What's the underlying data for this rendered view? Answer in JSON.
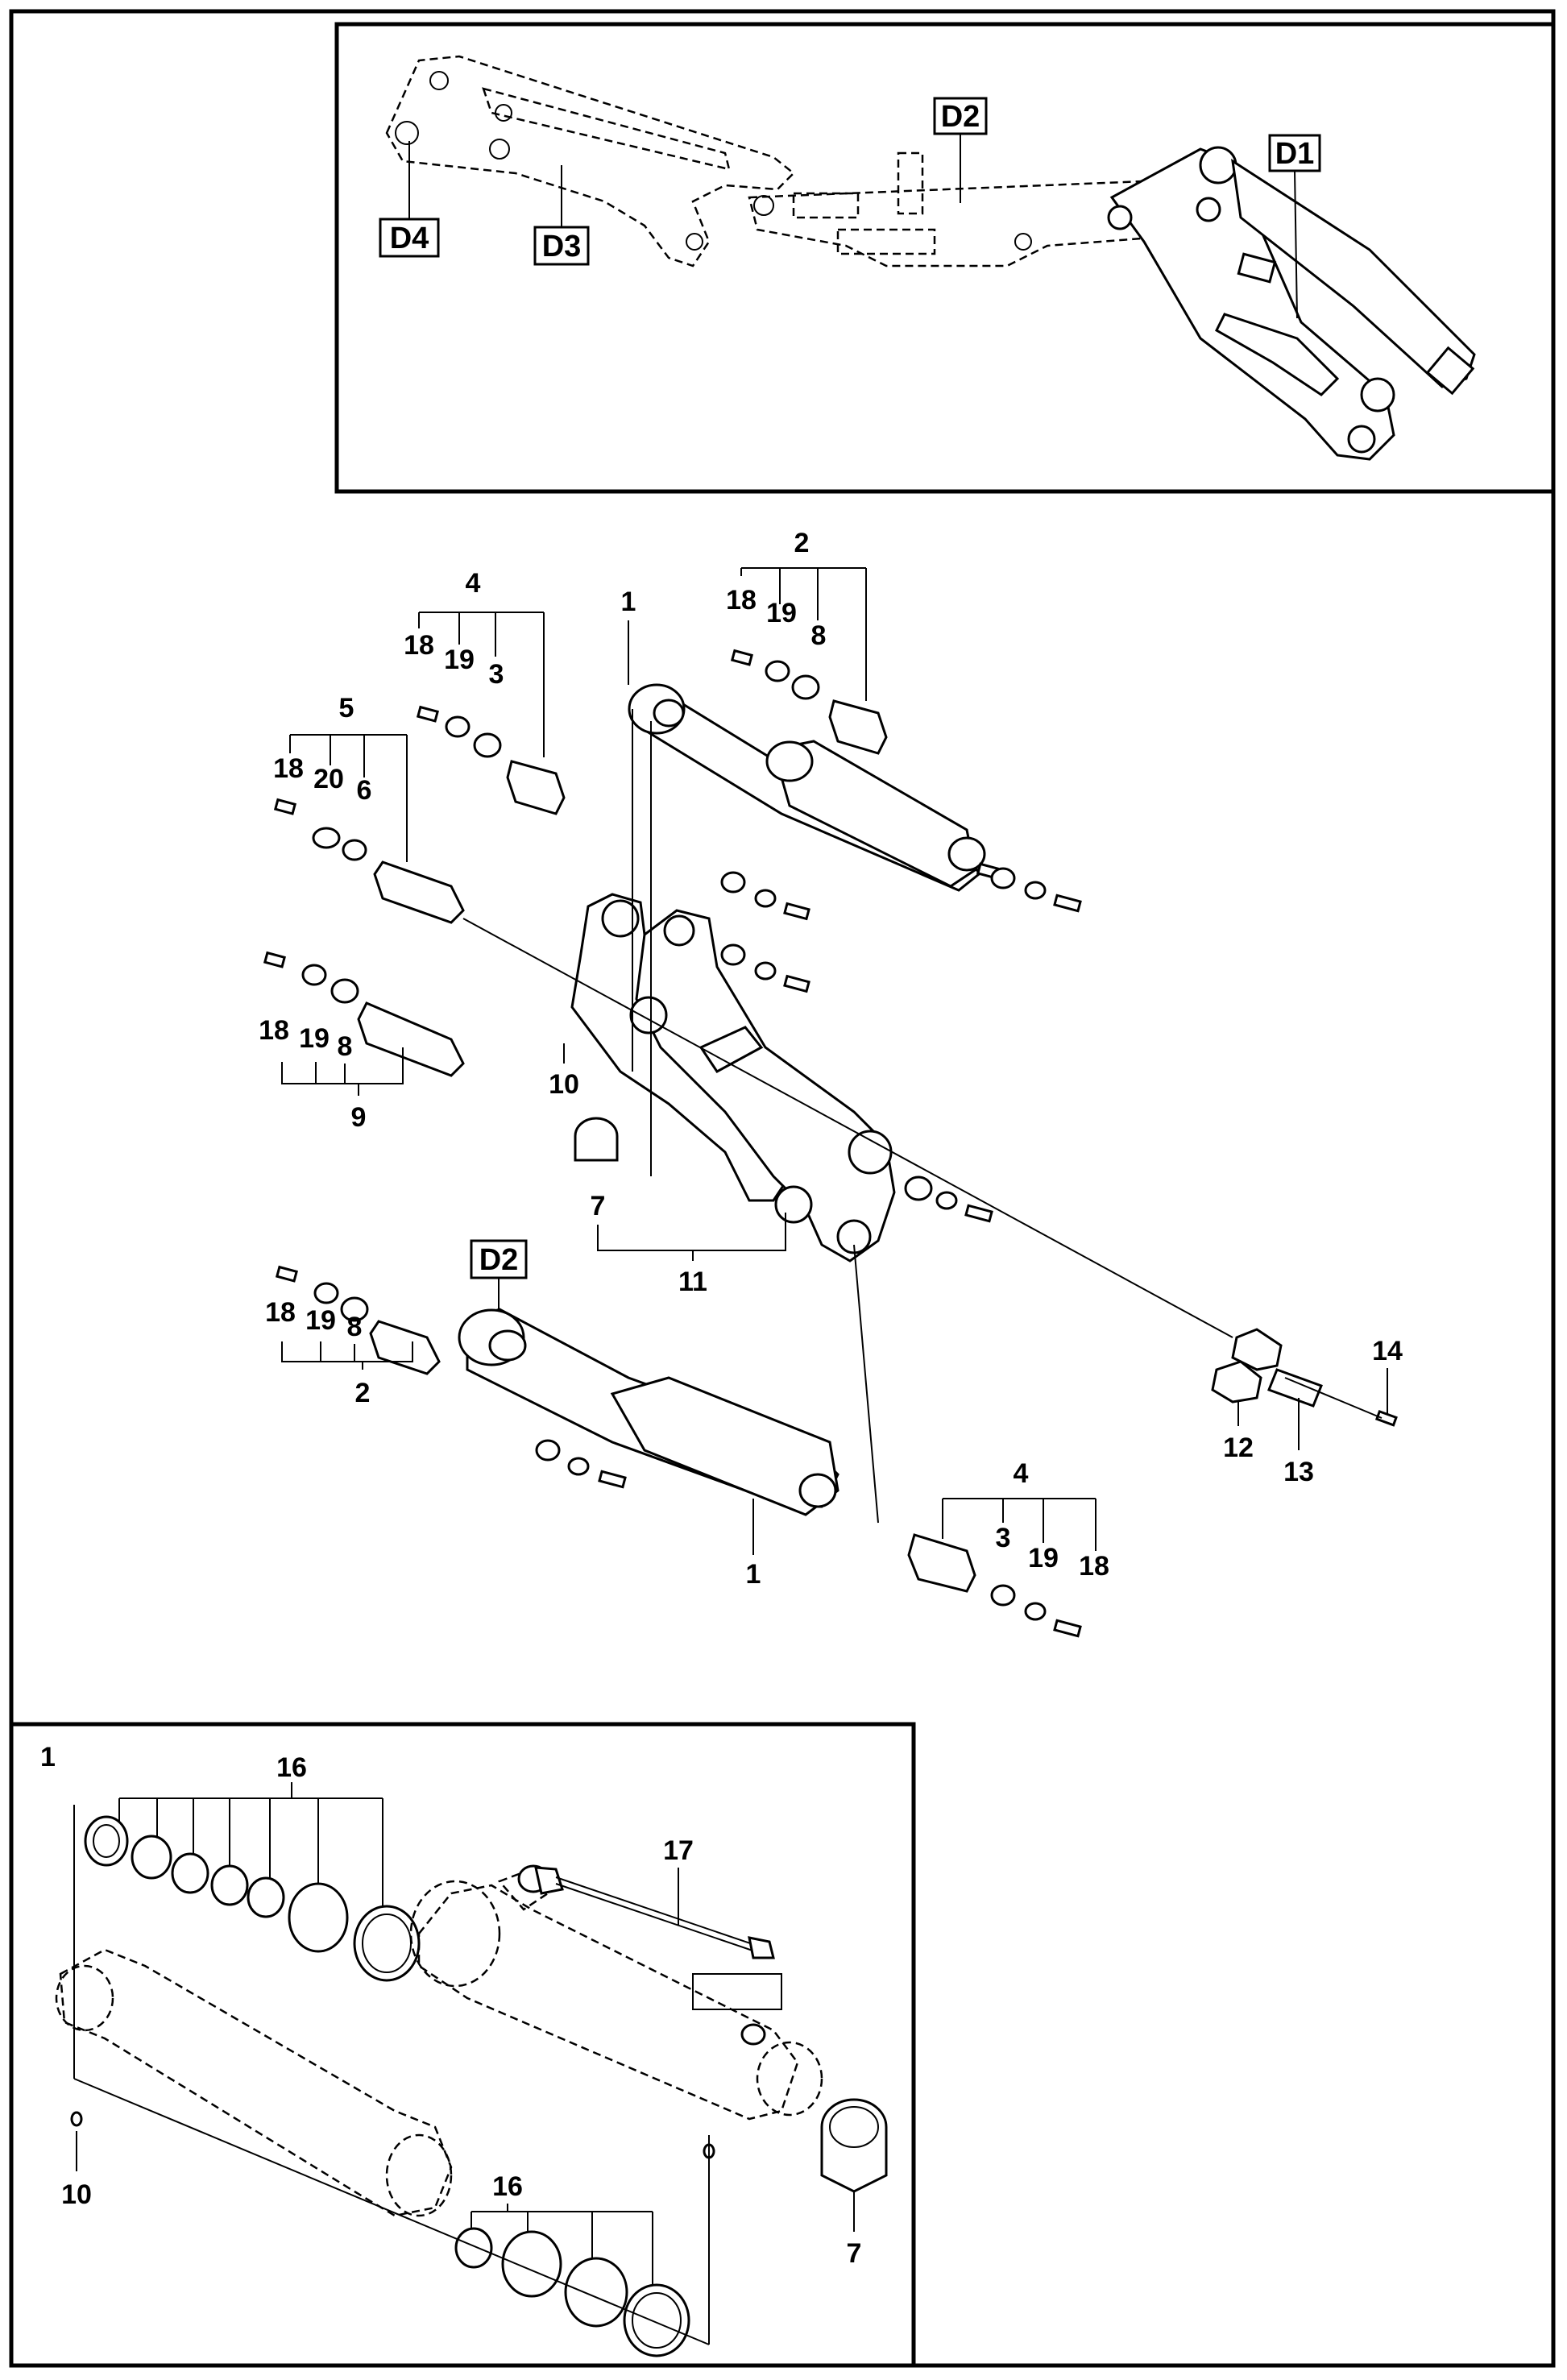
{
  "overview": {
    "callouts": {
      "d1": "D1",
      "d2": "D2",
      "d3": "D3",
      "d4": "D4"
    }
  },
  "main": {
    "labels": {
      "n1_top": "1",
      "n2_top": "2",
      "n18_a": "18",
      "n19_a": "19",
      "n8_a": "8",
      "n4_top": "4",
      "n18_b": "18",
      "n19_b": "19",
      "n3_a": "3",
      "n5": "5",
      "n18_c": "18",
      "n20": "20",
      "n6": "6",
      "n18_d": "18",
      "n19_d": "19",
      "n8_d": "8",
      "n9": "9",
      "n10": "10",
      "n7": "7",
      "n11": "11",
      "d2_callout": "D2",
      "n18_e": "18",
      "n19_e": "19",
      "n8_e": "8",
      "n2_bot": "2",
      "n1_bot": "1",
      "n14": "14",
      "n12": "12",
      "n13": "13",
      "n4_bot": "4",
      "n3_b": "3",
      "n19_f": "19",
      "n18_f": "18"
    }
  },
  "inset": {
    "labels": {
      "title": "1",
      "n16_top": "16",
      "n17": "17",
      "n10": "10",
      "n16_bot": "16",
      "n7": "7"
    }
  }
}
